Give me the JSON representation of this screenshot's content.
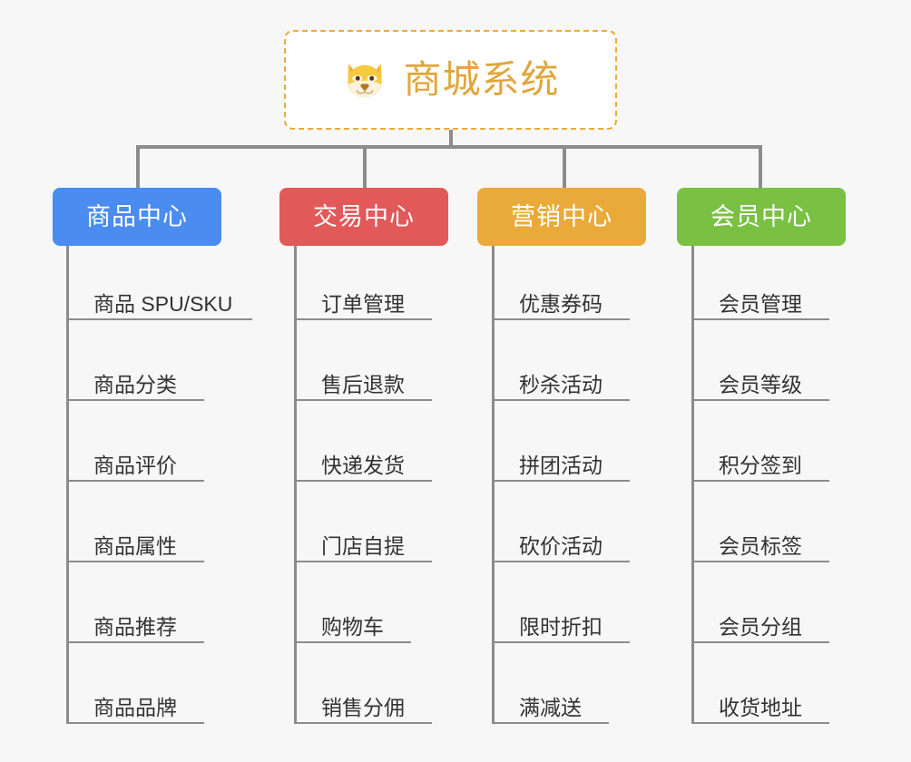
{
  "page": {
    "background_color": "#f7f7f7",
    "connector_color": "#8c8c8c",
    "leaf_text_color": "#333333"
  },
  "root": {
    "title": "商城系统",
    "icon": "shiba-dog-face-icon",
    "border_color": "#eaaa3a",
    "text_color": "#e0a73c",
    "background_color": "#ffffff"
  },
  "branches": [
    {
      "label": "商品中心",
      "color": "#4a8cf0",
      "leaves": [
        "商品 SPU/SKU",
        "商品分类",
        "商品评价",
        "商品属性",
        "商品推荐",
        "商品品牌"
      ]
    },
    {
      "label": "交易中心",
      "color": "#e2595a",
      "leaves": [
        "订单管理",
        "售后退款",
        "快递发货",
        "门店自提",
        "购物车",
        "销售分佣"
      ]
    },
    {
      "label": "营销中心",
      "color": "#eaaa3a",
      "leaves": [
        "优惠券码",
        "秒杀活动",
        "拼团活动",
        "砍价活动",
        "限时折扣",
        "满减送"
      ]
    },
    {
      "label": "会员中心",
      "color": "#79c043",
      "leaves": [
        "会员管理",
        "会员等级",
        "积分签到",
        "会员标签",
        "会员分组",
        "收货地址"
      ]
    }
  ]
}
